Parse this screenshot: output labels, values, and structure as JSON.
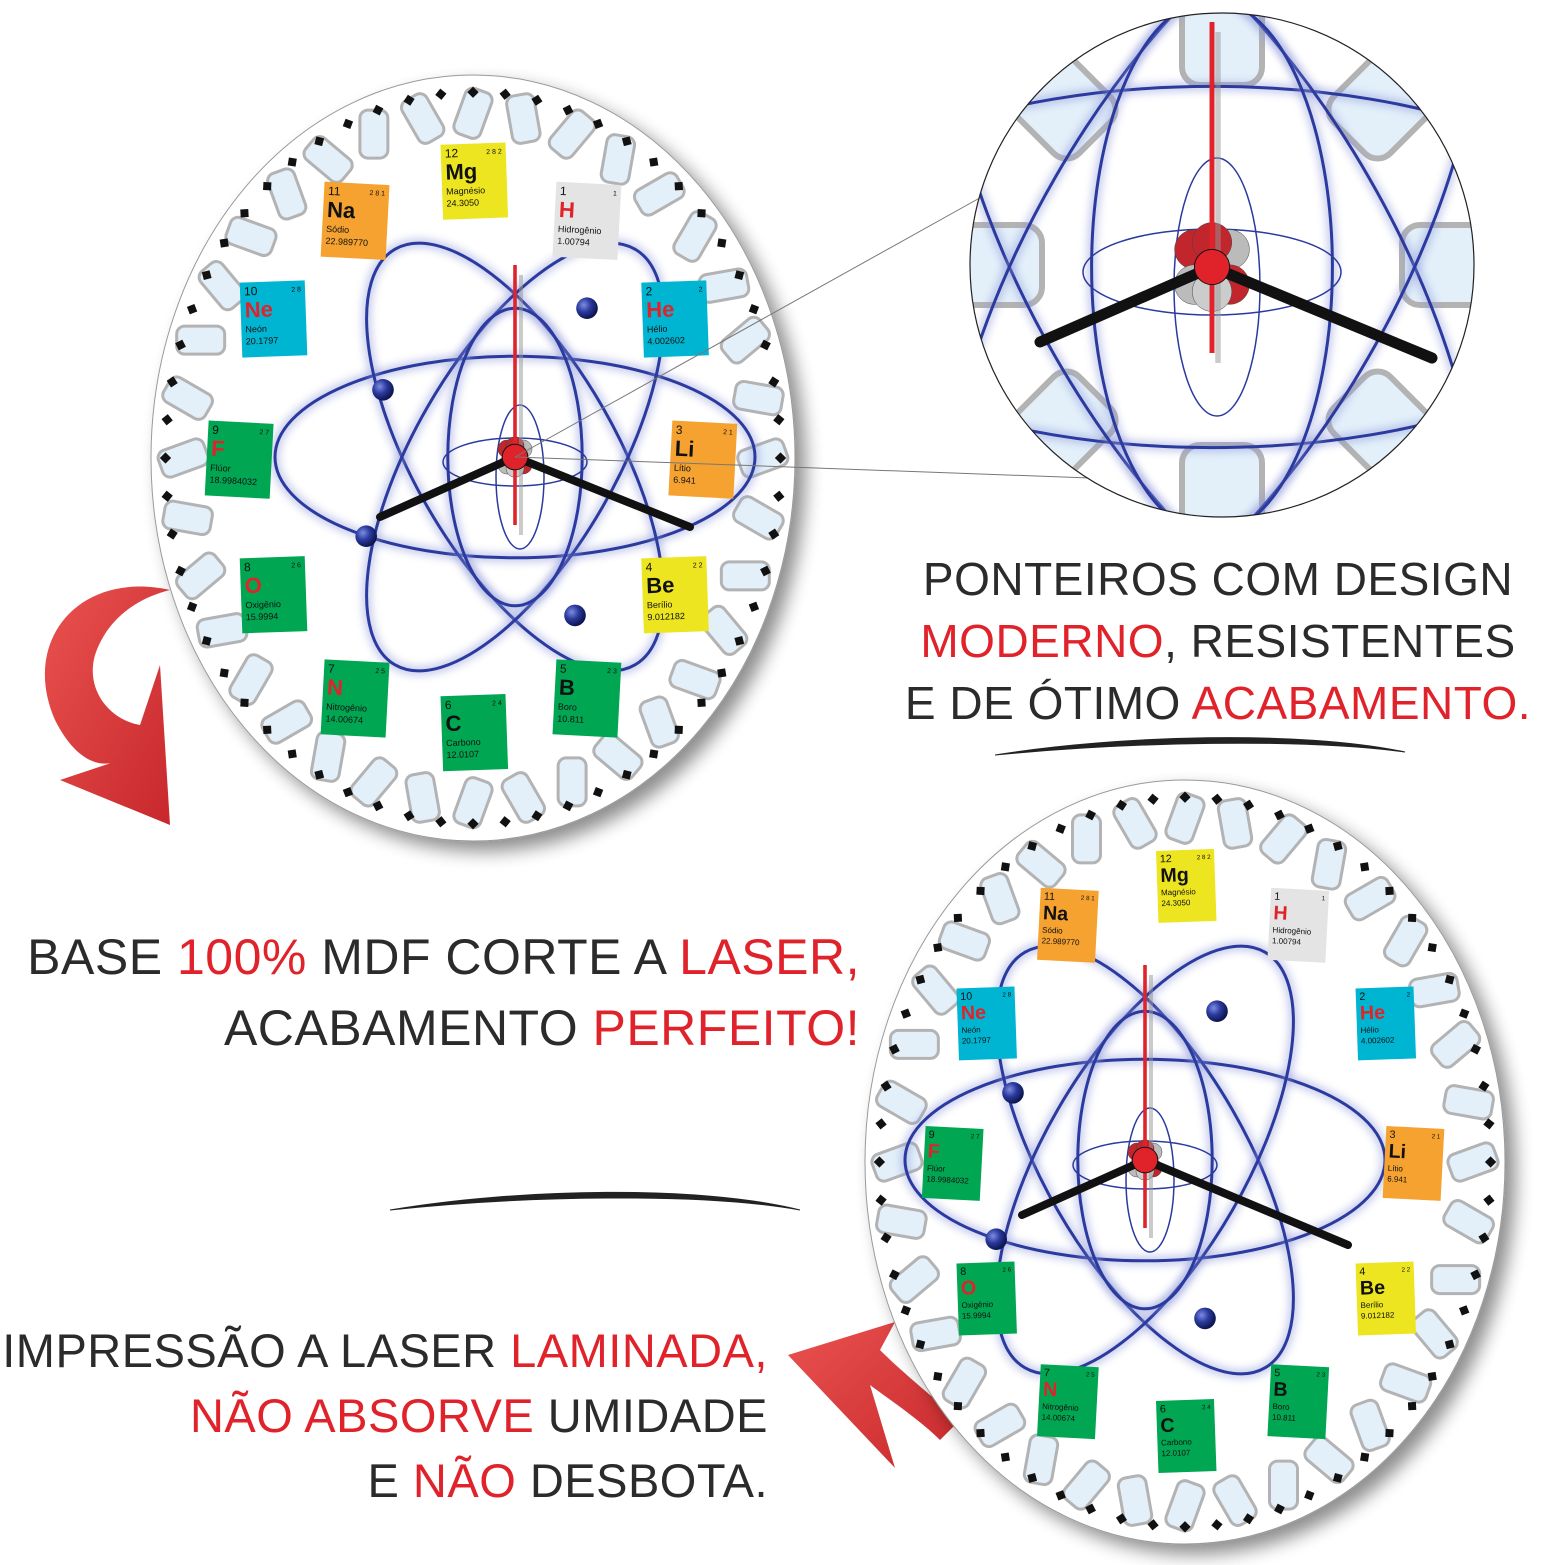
{
  "colors": {
    "accent_red": "#e0232b",
    "text": "#2b2b2b",
    "orbit_blue": "#2b3a9e"
  },
  "elements": [
    {
      "number": "12",
      "symbol": "Mg",
      "name": "Magnésio",
      "mass": "24.3050",
      "shells": "2 8 2",
      "color": "#ece51f",
      "symbol_red": false
    },
    {
      "number": "1",
      "symbol": "H",
      "name": "Hidrogênio",
      "mass": "1.00794",
      "shells": "1",
      "color": "#e4e4e4",
      "symbol_red": true
    },
    {
      "number": "2",
      "symbol": "He",
      "name": "Hélio",
      "mass": "4.002602",
      "shells": "2",
      "color": "#00b5d1",
      "symbol_red": true
    },
    {
      "number": "3",
      "symbol": "Li",
      "name": "Lítio",
      "mass": "6.941",
      "shells": "2 1",
      "color": "#f5a230",
      "symbol_red": false
    },
    {
      "number": "4",
      "symbol": "Be",
      "name": "Berílio",
      "mass": "9.012182",
      "shells": "2 2",
      "color": "#ece51f",
      "symbol_red": false
    },
    {
      "number": "5",
      "symbol": "B",
      "name": "Boro",
      "mass": "10.811",
      "shells": "2 3",
      "color": "#00a651",
      "symbol_red": false
    },
    {
      "number": "6",
      "symbol": "C",
      "name": "Carbono",
      "mass": "12.0107",
      "shells": "2 4",
      "color": "#00a651",
      "symbol_red": false
    },
    {
      "number": "7",
      "symbol": "N",
      "name": "Nitrogênio",
      "mass": "14.00674",
      "shells": "2 5",
      "color": "#00a651",
      "symbol_red": true
    },
    {
      "number": "8",
      "symbol": "O",
      "name": "Oxigênio",
      "mass": "15.9994",
      "shells": "2 6",
      "color": "#00a651",
      "symbol_red": true
    },
    {
      "number": "9",
      "symbol": "F",
      "name": "Flúor",
      "mass": "18.9984032",
      "shells": "2 7",
      "color": "#00a651",
      "symbol_red": true
    },
    {
      "number": "10",
      "symbol": "Ne",
      "name": "Neón",
      "mass": "20.1797",
      "shells": "2 8",
      "color": "#00b5d1",
      "symbol_red": true
    },
    {
      "number": "11",
      "symbol": "Na",
      "name": "Sódio",
      "mass": "22.989770",
      "shells": "2 8 1",
      "color": "#f5a230",
      "symbol_red": false
    }
  ],
  "captions": {
    "hands": [
      [
        {
          "text": "PONTEIROS COM DESIGN",
          "red": false
        }
      ],
      [
        {
          "text": "MODERNO",
          "red": true
        },
        {
          "text": ", RESISTENTES",
          "red": false
        }
      ],
      [
        {
          "text": "E DE ÓTIMO ",
          "red": false
        },
        {
          "text": "ACABAMENTO.",
          "red": true
        }
      ]
    ],
    "base": [
      [
        {
          "text": "BASE ",
          "red": false
        },
        {
          "text": "100%",
          "red": true
        },
        {
          "text": " MDF CORTE A ",
          "red": false
        },
        {
          "text": "LASER,",
          "red": true
        }
      ],
      [
        {
          "text": "ACABAMENTO ",
          "red": false
        },
        {
          "text": "PERFEITO!",
          "red": true
        }
      ]
    ],
    "print": [
      [
        {
          "text": "IMPRESSÃO A LASER ",
          "red": false
        },
        {
          "text": "LAMINADA,",
          "red": true
        }
      ],
      [
        {
          "text": "NÃO ABSORVE",
          "red": true
        },
        {
          "text": " UMIDADE",
          "red": false
        }
      ],
      [
        {
          "text": "E ",
          "red": false
        },
        {
          "text": "NÃO",
          "red": true
        },
        {
          "text": " DESBOTA.",
          "red": false
        }
      ]
    ]
  }
}
